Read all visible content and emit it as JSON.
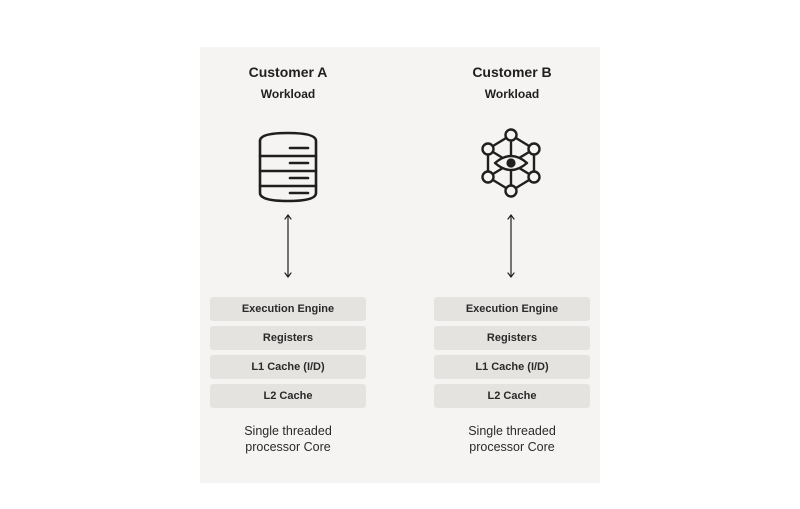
{
  "customers": [
    {
      "title": "Customer A",
      "subtitle": "Workload",
      "icon": "database-icon",
      "layers": [
        "Execution Engine",
        "Registers",
        "L1 Cache (I/D)",
        "L2 Cache"
      ],
      "caption_line1": "Single threaded",
      "caption_line2": "processor Core"
    },
    {
      "title": "Customer B",
      "subtitle": "Workload",
      "icon": "network-eye-icon",
      "layers": [
        "Execution Engine",
        "Registers",
        "L1 Cache (I/D)",
        "L2 Cache"
      ],
      "caption_line1": "Single threaded",
      "caption_line2": "processor Core"
    }
  ],
  "colors": {
    "panel_background": "#f5f4f2",
    "layer_fill": "#e4e3e0",
    "stroke": "#1f1f1f"
  }
}
